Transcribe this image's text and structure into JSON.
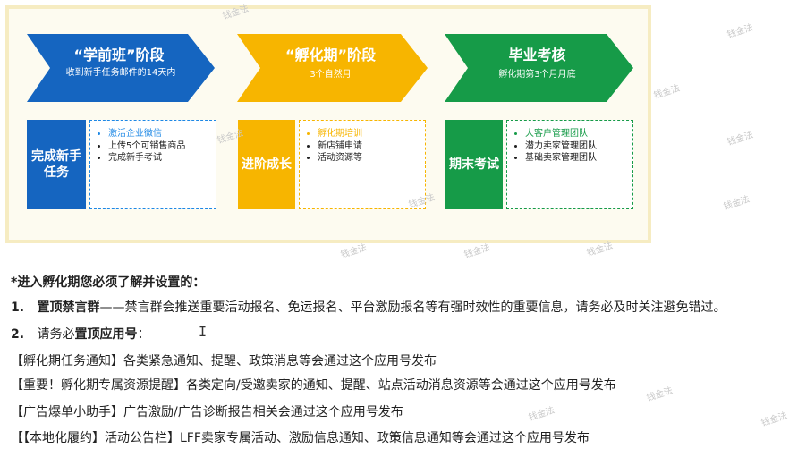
{
  "stages": [
    {
      "title": "“学前班”阶段",
      "subtitle": "收到新手任务邮件的14天内",
      "box_label": "完成新手任务",
      "tasks": [
        "激活企业微信",
        "上传5个可销售商品",
        "完成新手考试"
      ],
      "color": "#1565c0",
      "highlight_color": "#1e88e5"
    },
    {
      "title": "“孵化期”阶段",
      "subtitle": "3个自然月",
      "box_label": "进阶成长",
      "tasks": [
        "孵化期培训",
        "新店铺申请",
        "活动资源等"
      ],
      "color": "#f7b500",
      "highlight_color": "#f7b500"
    },
    {
      "title": "毕业考核",
      "subtitle": "孵化期第3个月月底",
      "box_label": "期末考试",
      "tasks": [
        "大客户管理团队",
        "潜力卖家管理团队",
        "基础卖家管理团队"
      ],
      "color": "#169b48",
      "highlight_color": "#169b48"
    }
  ],
  "watermark": "钱金法",
  "intro": "*进入孵化期您必须了解并设置的：",
  "item1": {
    "num": "1.",
    "bold": "置顶禁言群",
    "rest": "——禁言群会推送重要活动报名、免运报名、平台激励报名等有强时效性的重要信息，请务必及时关注避免错过。"
  },
  "item2": {
    "num": "2.",
    "pre": "请务必",
    "bold": "置顶应用号",
    "post": "："
  },
  "cursor_glyph": "I",
  "bullets": [
    "【孵化期任务通知】各类紧急通知、提醒、政策消息等会通过这个应用号发布",
    "【重要！孵化期专属资源提醒】各类定向/受邀卖家的通知、提醒、站点活动消息资源等会通过这个应用号发布",
    "【广告爆单小助手】广告激励/广告诊断报告相关会通过这个应用号发布",
    "【【本地化履约】活动公告栏】LFF卖家专属活动、激励信息通知、政策信息通知等会通过这个应用号发布"
  ]
}
